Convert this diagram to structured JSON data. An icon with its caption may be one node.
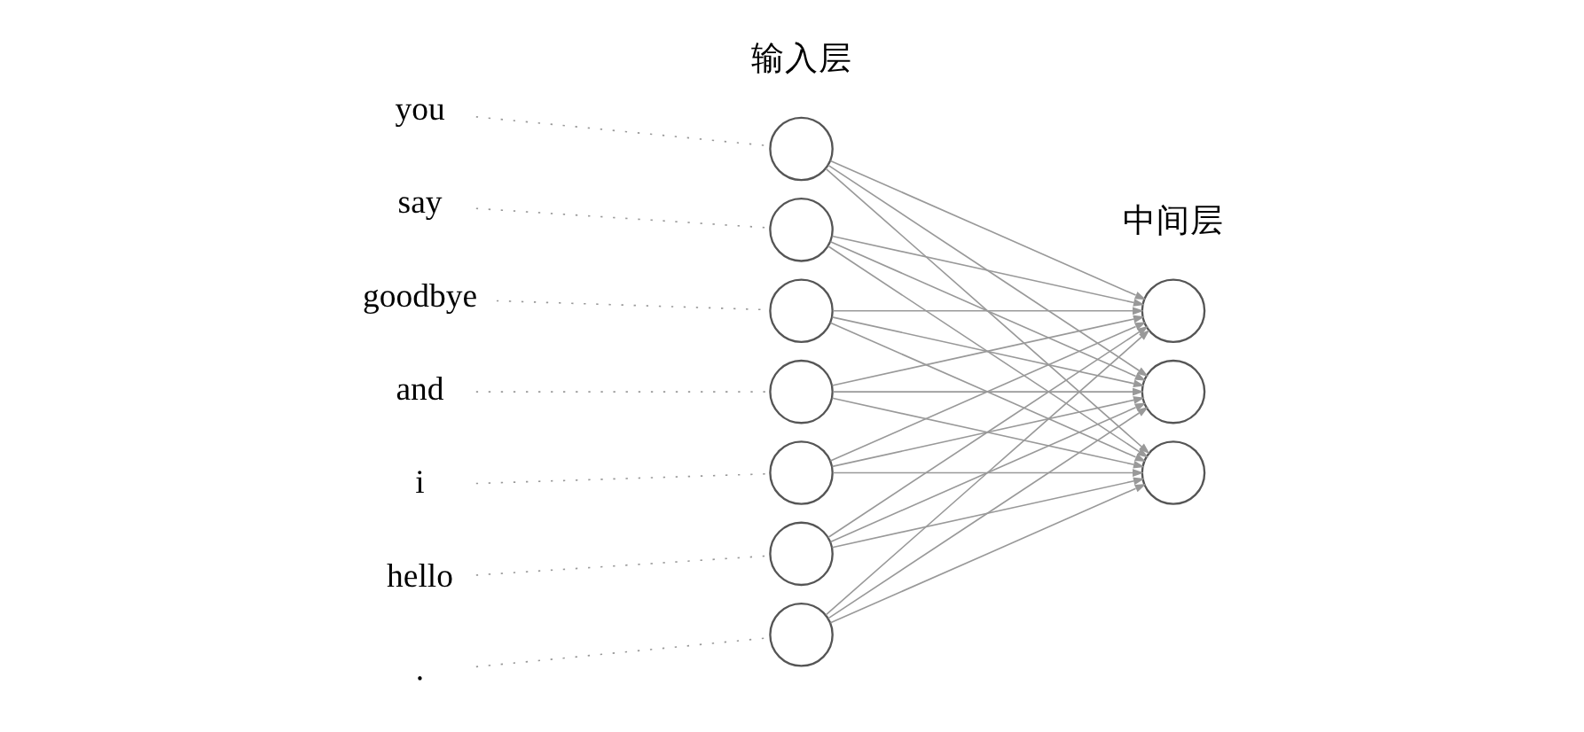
{
  "diagram": {
    "nodes": [
      {
        "text": [
          "you"
        ]
      },
      {
        "text": [
          "say"
        ]
      },
      {
        "text": [
          "goodbye"
        ]
      },
      {
        "text": [
          "and"
        ]
      },
      {
        "text": [
          "i"
        ]
      },
      {
        "text": [
          "hello"
        ]
      },
      {
        "text": [
          "."
        ]
      },
      {
        "text": [],
        "shape": "circle"
      },
      {
        "text": [],
        "shape": "circle"
      },
      {
        "text": [],
        "shape": "circle"
      },
      {
        "text": [],
        "shape": "circle"
      },
      {
        "text": [],
        "shape": "circle"
      },
      {
        "text": [],
        "shape": "circle"
      },
      {
        "text": [],
        "shape": "circle"
      },
      {
        "text": [],
        "shape": "circle"
      },
      {
        "text": [],
        "shape": "circle"
      },
      {
        "text": [],
        "shape": "circle"
      }
    ],
    "edges": [
      {
        "from": 0,
        "to": 7,
        "arrow": "none",
        "style": "dashed"
      },
      {
        "from": 1,
        "to": 8,
        "arrow": "none",
        "style": "dashed"
      },
      {
        "from": 2,
        "to": 9,
        "arrow": "none",
        "style": "dashed"
      },
      {
        "from": 3,
        "to": 10,
        "arrow": "none",
        "style": "dashed"
      },
      {
        "from": 4,
        "to": 11,
        "arrow": "none",
        "style": "dashed"
      },
      {
        "from": 5,
        "to": 12,
        "arrow": "none",
        "style": "dashed"
      },
      {
        "from": 6,
        "to": 13,
        "arrow": "none",
        "style": "dashed"
      },
      {
        "from": 7,
        "to": 14,
        "arrow": "to"
      },
      {
        "from": 7,
        "to": 15,
        "arrow": "to"
      },
      {
        "from": 7,
        "to": 16,
        "arrow": "to"
      },
      {
        "from": 8,
        "to": 14,
        "arrow": "to"
      },
      {
        "from": 8,
        "to": 15,
        "arrow": "to"
      },
      {
        "from": 8,
        "to": 16,
        "arrow": "to"
      },
      {
        "from": 9,
        "to": 14,
        "arrow": "to"
      },
      {
        "from": 9,
        "to": 15,
        "arrow": "to"
      },
      {
        "from": 9,
        "to": 16,
        "arrow": "to"
      },
      {
        "from": 10,
        "to": 14,
        "arrow": "to"
      },
      {
        "from": 10,
        "to": 15,
        "arrow": "to"
      },
      {
        "from": 10,
        "to": 16,
        "arrow": "to"
      },
      {
        "from": 11,
        "to": 14,
        "arrow": "to"
      },
      {
        "from": 11,
        "to": 15,
        "arrow": "to"
      },
      {
        "from": 11,
        "to": 16,
        "arrow": "to"
      },
      {
        "from": 12,
        "to": 14,
        "arrow": "to"
      },
      {
        "from": 12,
        "to": 15,
        "arrow": "to"
      },
      {
        "from": 12,
        "to": 16,
        "arrow": "to"
      },
      {
        "from": 13,
        "to": 14,
        "arrow": "to"
      },
      {
        "from": 13,
        "to": 15,
        "arrow": "to"
      },
      {
        "from": 13,
        "to": 16,
        "arrow": "to"
      }
    ],
    "labels": [
      "中间层",
      "输入层"
    ]
  }
}
